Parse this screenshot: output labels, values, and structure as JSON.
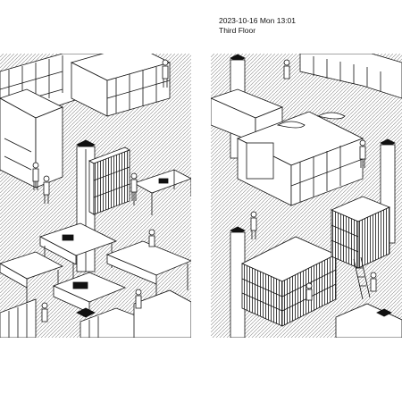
{
  "caption": {
    "timestamp": "2023-10-16 Mon 13:01",
    "location": "Third Floor"
  },
  "drawing": {
    "style": "isometric line drawing of a library interior",
    "colors": {
      "line": "#111111",
      "hatch": "#8a8a8a",
      "paper": "#ffffff"
    },
    "panels": [
      {
        "name": "left-panel",
        "contents": [
          "bookshelves",
          "study tables",
          "people reading",
          "white pillar"
        ]
      },
      {
        "name": "right-panel",
        "contents": [
          "bookshelves",
          "raised platform",
          "people",
          "ladder",
          "white pillars"
        ]
      }
    ]
  }
}
